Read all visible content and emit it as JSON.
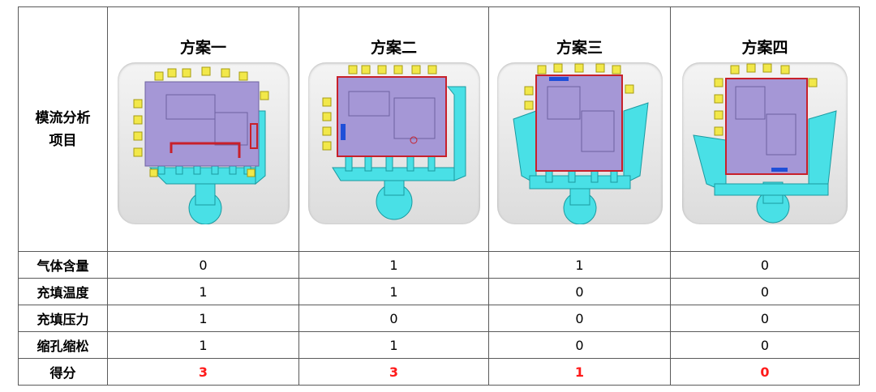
{
  "header_cell": "模流分析\n项目",
  "schemes": [
    "方案一",
    "方案二",
    "方案三",
    "方案四"
  ],
  "rows": [
    {
      "label": "气体含量",
      "values": [
        "0",
        "1",
        "1",
        "0"
      ]
    },
    {
      "label": "充填温度",
      "values": [
        "1",
        "1",
        "0",
        "0"
      ]
    },
    {
      "label": "充填压力",
      "values": [
        "1",
        "0",
        "0",
        "0"
      ]
    },
    {
      "label": "缩孔缩松",
      "values": [
        "1",
        "1",
        "0",
        "0"
      ]
    }
  ],
  "score_row": {
    "label": "得分",
    "values": [
      "3",
      "3",
      "1",
      "0"
    ]
  },
  "colors": {
    "score": "#ff1a1a",
    "part": "#a597d6",
    "runner": "#49e0e6",
    "overflow": "#f2e84a",
    "outline": "#c8202a",
    "blue_mark": "#1f4fd8"
  },
  "images": [
    {
      "icon": "die-casting-mold-flow-image-1"
    },
    {
      "icon": "die-casting-mold-flow-image-2"
    },
    {
      "icon": "die-casting-mold-flow-image-3"
    },
    {
      "icon": "die-casting-mold-flow-image-4"
    }
  ]
}
